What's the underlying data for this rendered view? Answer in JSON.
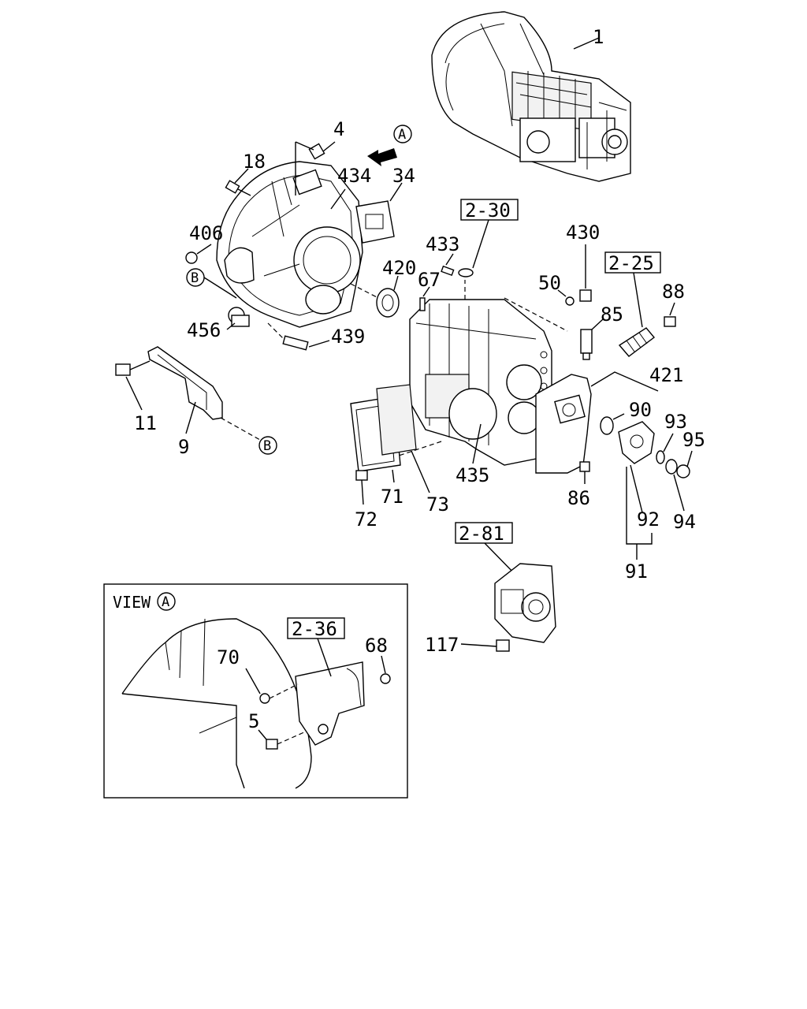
{
  "callouts": {
    "c1": "1",
    "c4": "4",
    "c18": "18",
    "c434": "434",
    "c34": "34",
    "c406": "406",
    "c420": "420",
    "c456": "456",
    "c439": "439",
    "c11": "11",
    "c9": "9",
    "c433": "433",
    "c67": "67",
    "c430": "430",
    "c50": "50",
    "c88": "88",
    "c85": "85",
    "c421": "421",
    "c90": "90",
    "c93": "93",
    "c95": "95",
    "c435": "435",
    "c71": "71",
    "c72": "72",
    "c73": "73",
    "c86": "86",
    "c92": "92",
    "c94": "94",
    "c91": "91",
    "c117": "117",
    "c70": "70",
    "c68": "68",
    "c5": "5"
  },
  "refs": {
    "r230": "2-30",
    "r225": "2-25",
    "r281": "2-81",
    "r236": "2-36"
  },
  "markers": {
    "a": "A",
    "b": "B"
  },
  "view_label": "VIEW"
}
